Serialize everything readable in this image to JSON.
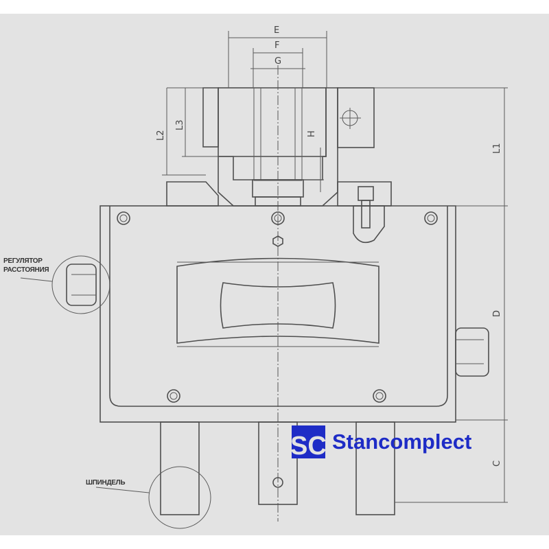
{
  "drawing": {
    "dimensions": {
      "E": "E",
      "F": "F",
      "G": "G",
      "H": "H",
      "L1": "L1",
      "L2": "L2",
      "L3": "L3",
      "D": "D",
      "C": "C"
    },
    "callouts": {
      "regulator_line1": "РЕГУЛЯТОР",
      "regulator_line2": "РАССТОЯНИЯ",
      "spindle": "ШПИНДЕЛЬ"
    }
  },
  "logo": {
    "mark": "SC",
    "name": "Stancomplect",
    "color": "#1e2cc6"
  },
  "colors": {
    "background": "#e3e3e3",
    "line": "#4e4e4e"
  }
}
